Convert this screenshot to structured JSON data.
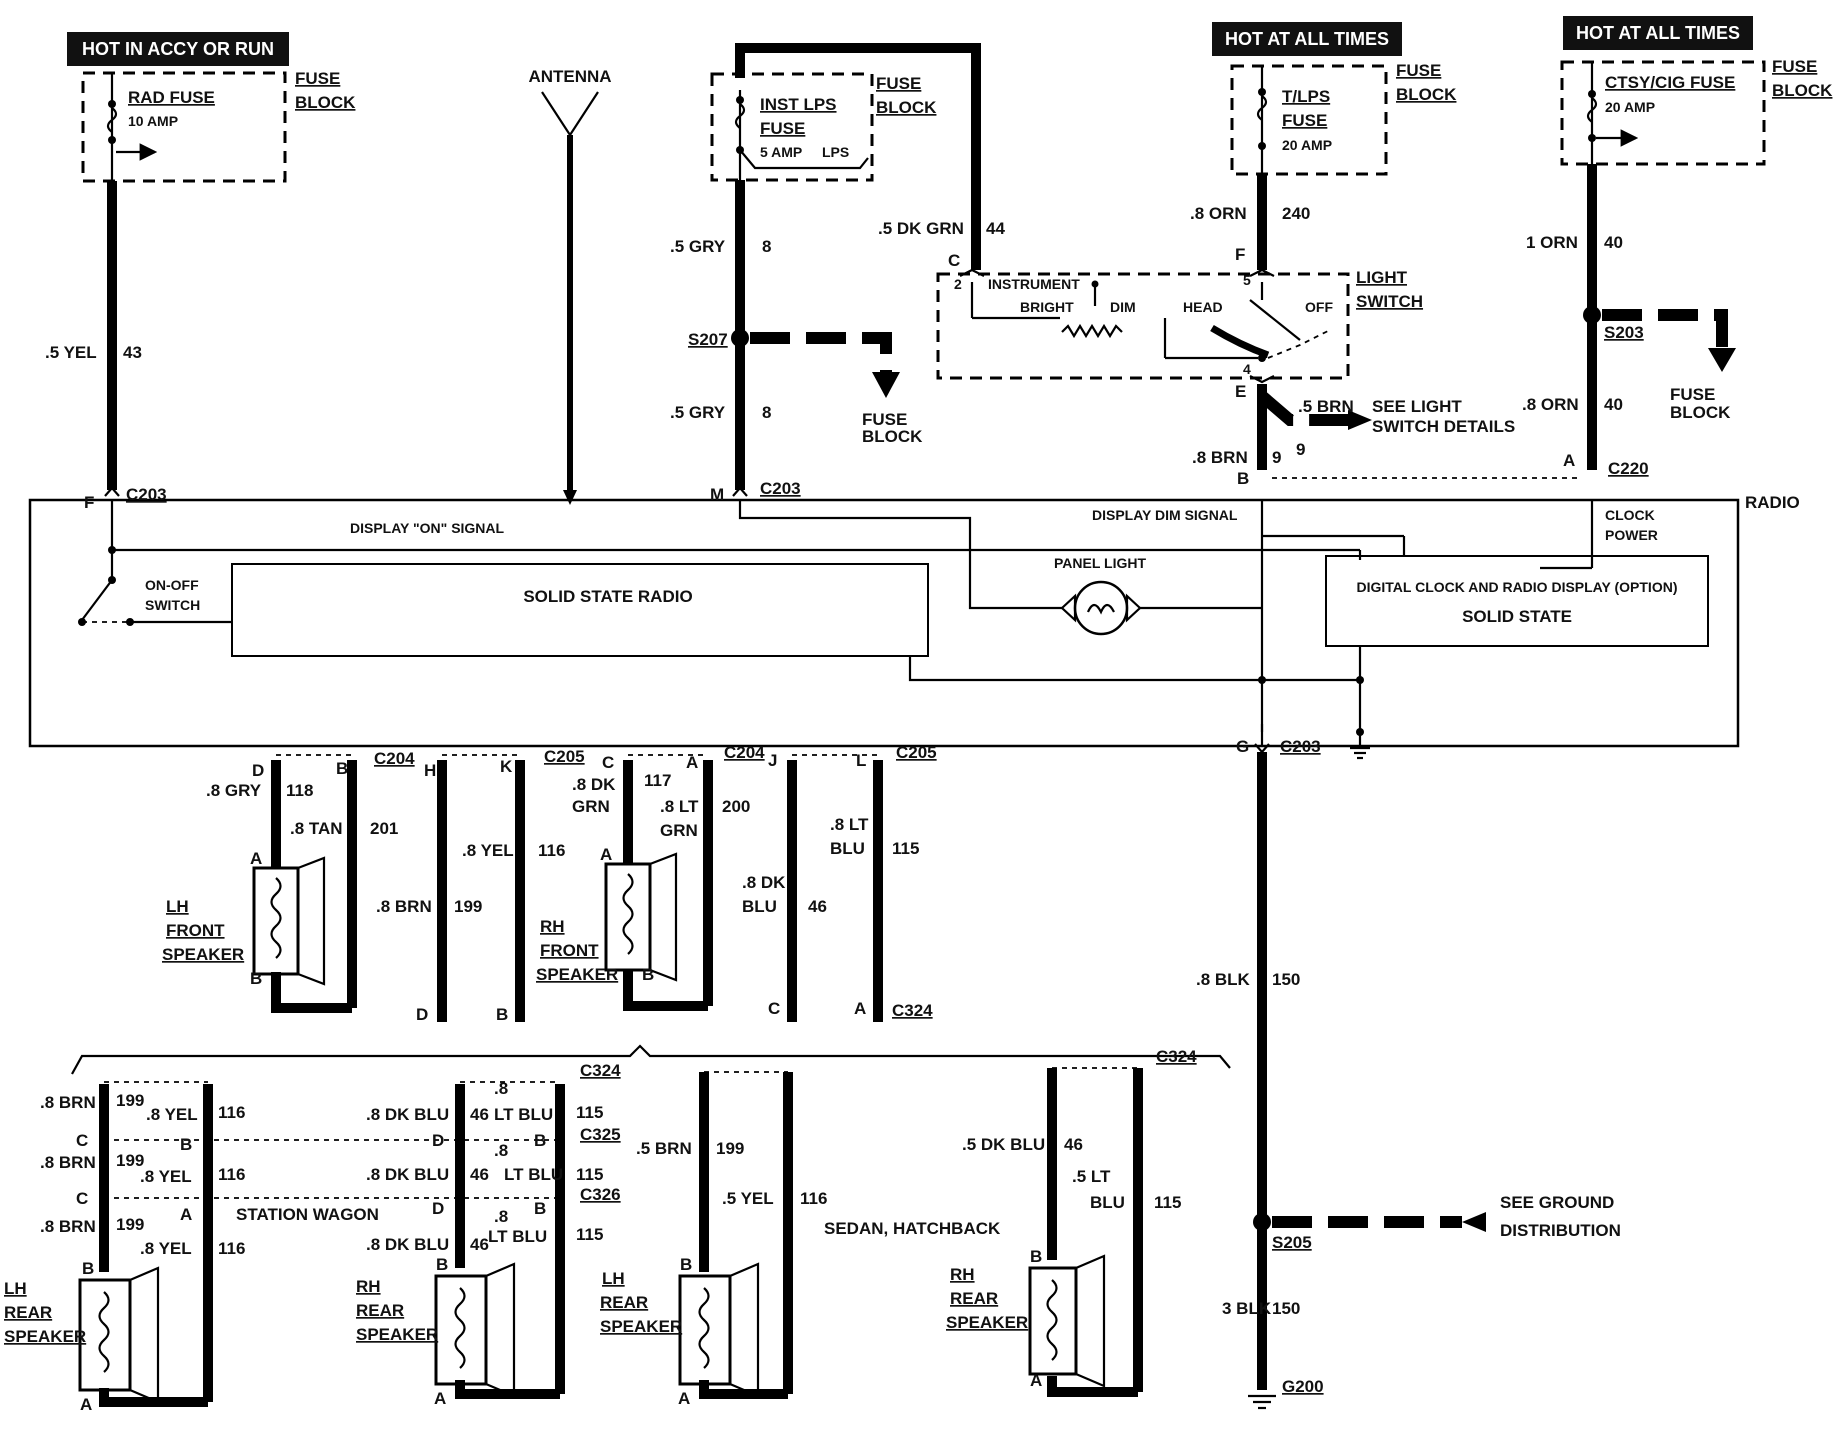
{
  "headers": {
    "accy": "HOT IN ACCY OR RUN",
    "hot1": "HOT AT ALL TIMES",
    "hot2": "HOT AT ALL TIMES"
  },
  "fuse_block": [
    "FUSE",
    "BLOCK"
  ],
  "fuses": {
    "rad": {
      "name": "RAD FUSE",
      "amp": "10 AMP"
    },
    "inst": {
      "name1": "INST LPS",
      "name2": "FUSE",
      "amp": "5 AMP",
      "tag": "LPS"
    },
    "tlps": {
      "name1": "T/LPS",
      "name2": "FUSE",
      "amp": "20 AMP"
    },
    "ctsy": {
      "name": "CTSY/CIG FUSE",
      "amp": "20 AMP"
    }
  },
  "antenna": "ANTENNA",
  "light_switch": {
    "title": [
      "LIGHT",
      "SWITCH"
    ],
    "instrument": "INSTRUMENT",
    "bright": "BRIGHT",
    "dim": "DIM",
    "head": "HEAD",
    "off": "OFF",
    "pin2": "2",
    "pin5": "5",
    "pin4": "4",
    "see": [
      "SEE LIGHT",
      "SWITCH DETAILS"
    ]
  },
  "splices": {
    "s207": "S207",
    "s203": "S203",
    "s205": "S205",
    "g200": "G200"
  },
  "radio": {
    "label": "RADIO",
    "display_on": "DISPLAY \"ON\" SIGNAL",
    "display_dim": "DISPLAY DIM SIGNAL",
    "clock_power": [
      "CLOCK",
      "POWER"
    ],
    "on_off": [
      "ON-OFF",
      "SWITCH"
    ],
    "solid_radio": "SOLID STATE RADIO",
    "panel_light": "PANEL LIGHT",
    "digital": "DIGITAL CLOCK AND RADIO DISPLAY (OPTION)",
    "solid_state": "SOLID STATE"
  },
  "wires": {
    "yel43": [
      ".5 YEL",
      "43"
    ],
    "gry8a": [
      ".5 GRY",
      "8"
    ],
    "gry8b": [
      ".5 GRY",
      "8"
    ],
    "dkgrn44": [
      ".5 DK GRN",
      "44"
    ],
    "orn240": [
      ".8 ORN",
      "240"
    ],
    "brn5": [
      ".5 BRN"
    ],
    "brn9": [
      ".8 BRN",
      "9",
      "9"
    ],
    "orn40a": [
      "1 ORN",
      "40"
    ],
    "orn40b": [
      ".8 ORN",
      "40"
    ],
    "blk150a": [
      ".8 BLK",
      "150"
    ],
    "blk150b": [
      "3 BLK",
      "150"
    ]
  },
  "connectors": {
    "c203": "C203",
    "c220": "C220",
    "c204": "C204",
    "c205": "C205",
    "c324": "C324",
    "c325": "C325",
    "c326": "C326"
  },
  "pins": {
    "F": "F",
    "M": "M",
    "C": "C",
    "E": "E",
    "B": "B",
    "A": "A",
    "G": "G",
    "D": "D",
    "H": "H",
    "K": "K",
    "J": "J",
    "L": "L"
  },
  "front": {
    "gry118": [
      ".8 GRY",
      "118"
    ],
    "tan201": [
      ".8 TAN",
      "201"
    ],
    "brn199": [
      ".8 BRN",
      "199"
    ],
    "yel116": [
      ".8 YEL",
      "116"
    ],
    "dkgrn117": [
      ".8 DK",
      "GRN",
      "117"
    ],
    "ltgrn200": [
      ".8 LT",
      "GRN",
      "200"
    ],
    "dkblu46": [
      ".8 DK",
      "BLU",
      "46"
    ],
    "ltblu115": [
      ".8 LT",
      "BLU",
      "115"
    ],
    "lh": [
      "LH",
      "FRONT",
      "SPEAKER"
    ],
    "rh": [
      "RH",
      "FRONT",
      "SPEAKER"
    ]
  },
  "rear": {
    "brn199": [
      ".8 BRN",
      "199"
    ],
    "yel116": [
      ".8 YEL",
      "116"
    ],
    "dkblu46": [
      ".8 DK BLU",
      "46"
    ],
    "ltblu115": [
      ".8",
      "LT BLU",
      "115"
    ],
    "ltblu115b": [
      "LT BLU",
      "115"
    ],
    "sedan_brn": [
      ".5 BRN",
      "199"
    ],
    "sedan_yel": [
      ".5 YEL",
      "116"
    ],
    "sedan_dkblu": [
      ".5 DK BLU",
      "46"
    ],
    "sedan_ltblu": [
      ".5 LT",
      "BLU",
      "115"
    ],
    "wagon": "STATION WAGON",
    "sedan": "SEDAN, HATCHBACK",
    "lh": [
      "LH",
      "REAR",
      "SPEAKER"
    ],
    "rh": [
      "RH",
      "REAR",
      "SPEAKER"
    ]
  },
  "ground": [
    "SEE GROUND",
    "DISTRIBUTION"
  ]
}
